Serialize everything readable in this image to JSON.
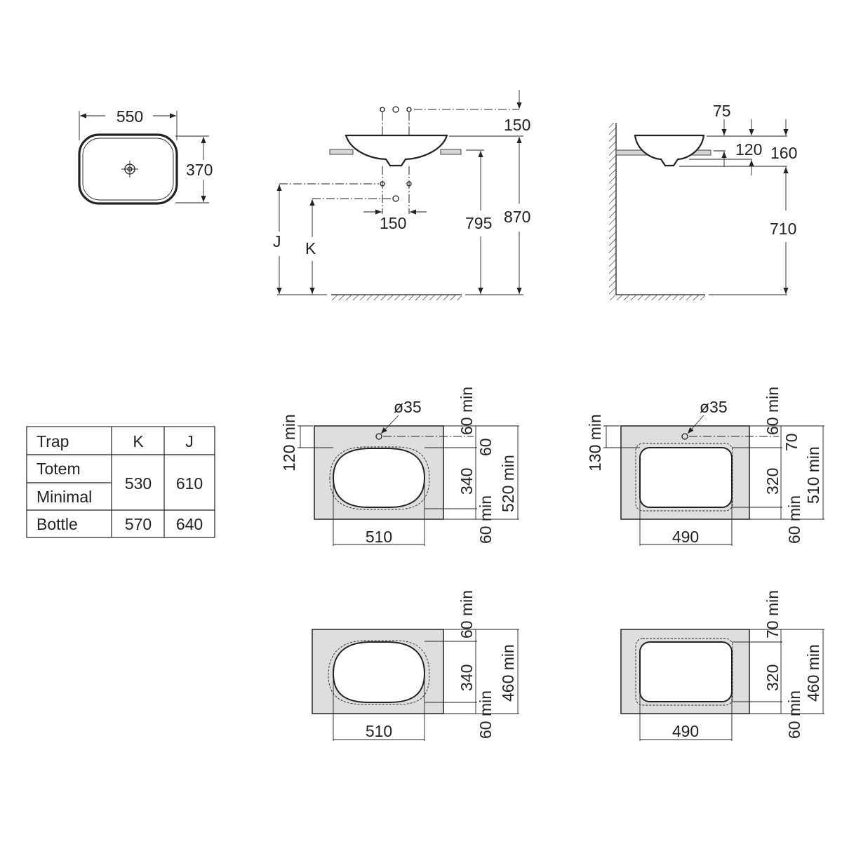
{
  "top_view": {
    "width": "550",
    "depth": "370"
  },
  "front_view": {
    "tap_height": "150",
    "trap_spacing": "150",
    "counter_height": "795",
    "rim_height": "870",
    "label_j": "J",
    "label_k": "K"
  },
  "side_view": {
    "d75": "75",
    "d120": "120",
    "d160": "160",
    "d710": "710"
  },
  "trap_table": {
    "headers": [
      "Trap",
      "K",
      "J"
    ],
    "rows": [
      {
        "trap": "Totem",
        "k": "530",
        "j": "610"
      },
      {
        "trap": "Minimal",
        "k": "530",
        "j": "610"
      },
      {
        "trap": "Bottle",
        "k": "570",
        "j": "640"
      }
    ]
  },
  "cutouts": [
    {
      "hole": "ø35",
      "top_min": "120 min",
      "margin_top": "60 min",
      "hole_offset": "60",
      "inner": "340",
      "margin_bottom": "60 min",
      "total": "520 min",
      "width": "510"
    },
    {
      "hole": "ø35",
      "top_min": "130 min",
      "margin_top": "60 min",
      "hole_offset": "70",
      "inner": "320",
      "margin_bottom": "60 min",
      "total": "510 min",
      "width": "490"
    },
    {
      "margin_top": "60 min",
      "inner": "340",
      "margin_bottom": "60 min",
      "total": "460 min",
      "width": "510"
    },
    {
      "margin_top": "70 min",
      "inner": "320",
      "margin_bottom": "60 min",
      "total": "460 min",
      "width": "490"
    }
  ]
}
